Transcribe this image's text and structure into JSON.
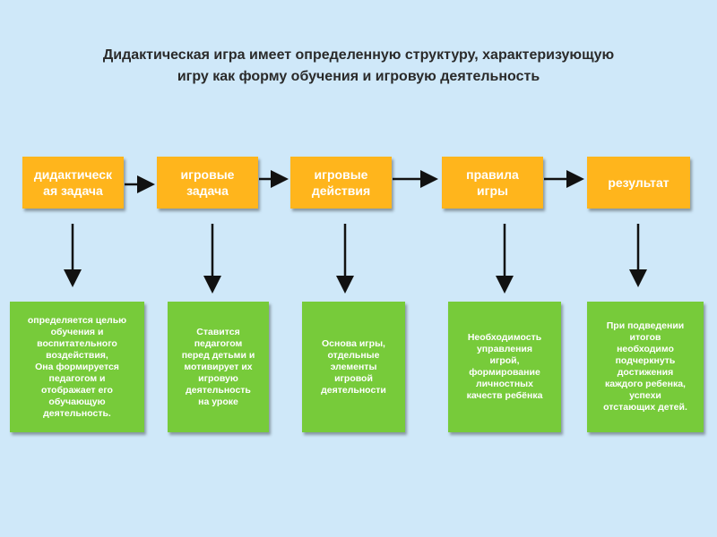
{
  "title": {
    "line1": "Дидактическая игра имеет определенную структуру, характеризующую",
    "line2": "игру как форму обучения и игровую деятельность"
  },
  "steps": [
    {
      "label": [
        "дидактическ",
        "ая задача"
      ],
      "description": [
        "определяется целью",
        "обучения и",
        "воспитательного",
        "воздействия,",
        "Она формируется",
        "педагогом и",
        "отображает его",
        "обучающую",
        "деятельность."
      ]
    },
    {
      "label": [
        "игровые",
        "задача"
      ],
      "description": [
        "Ставится",
        "педагогом",
        "перед детьми и",
        "мотивирует их",
        "игровую",
        "деятельность",
        "на уроке"
      ]
    },
    {
      "label": [
        "игровые",
        "действия"
      ],
      "description": [
        "Основа игры,",
        "отдельные",
        "элементы",
        "игровой",
        "деятельности"
      ]
    },
    {
      "label": [
        "правила",
        "игры"
      ],
      "description": [
        "Необходимость",
        "управления",
        "игрой,",
        "формирование",
        "личностных",
        "качеств ребёнка"
      ]
    },
    {
      "label": [
        "результат"
      ],
      "description": [
        "При подведении",
        "итогов",
        "необходимо",
        "подчеркнуть",
        "достижения",
        "каждого ребенка,",
        "успехи",
        "отстающих детей."
      ]
    }
  ],
  "colors": {
    "background": "#cfe8f9",
    "step_box": "#ffb51c",
    "description_box": "#77cb3a",
    "arrow": "#111111"
  }
}
